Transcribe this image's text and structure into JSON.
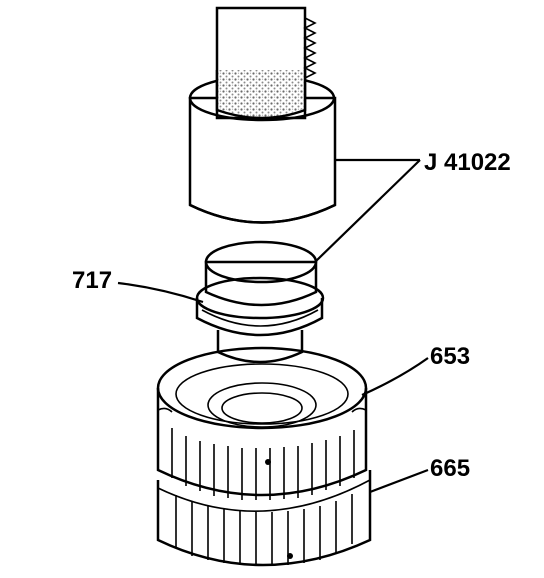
{
  "callouts": [
    {
      "label": "J 41022"
    },
    {
      "label": "717"
    },
    {
      "label": "653"
    },
    {
      "label": "665"
    }
  ],
  "colors": {
    "ink": "#000000",
    "paper": "#ffffff",
    "stipple": "#9a9a9a"
  }
}
